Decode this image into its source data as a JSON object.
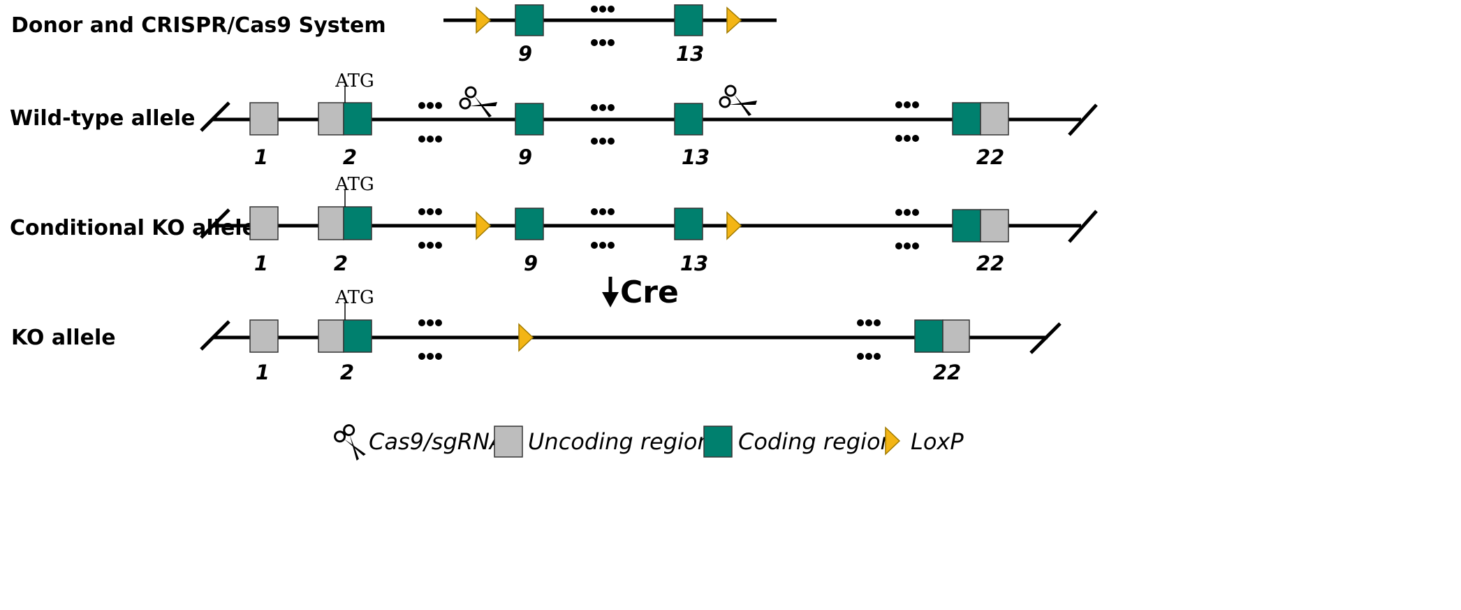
{
  "rows": {
    "donor": {
      "label": "Donor and CRISPR/Cas9 System",
      "exons": [
        "9",
        "13"
      ]
    },
    "wildtype": {
      "label": "Wild-type allele",
      "exons": [
        "1",
        "2",
        "9",
        "13",
        "22"
      ],
      "atg": "ATG"
    },
    "conditional": {
      "label": "Conditional KO allele",
      "exons": [
        "1",
        "2",
        "9",
        "13",
        "22"
      ],
      "atg": "ATG"
    },
    "ko": {
      "label": "KO allele",
      "exons": [
        "1",
        "2",
        "22"
      ],
      "atg": "ATG"
    }
  },
  "cre_label": "Cre",
  "legend": {
    "cas9": "Cas9/sgRNA",
    "uncoding": "Uncoding region",
    "coding": "Coding region",
    "loxp": "LoxP"
  },
  "colors": {
    "coding": "#00806e",
    "uncoding": "#bdbdbd",
    "loxp": "#f3b515"
  }
}
